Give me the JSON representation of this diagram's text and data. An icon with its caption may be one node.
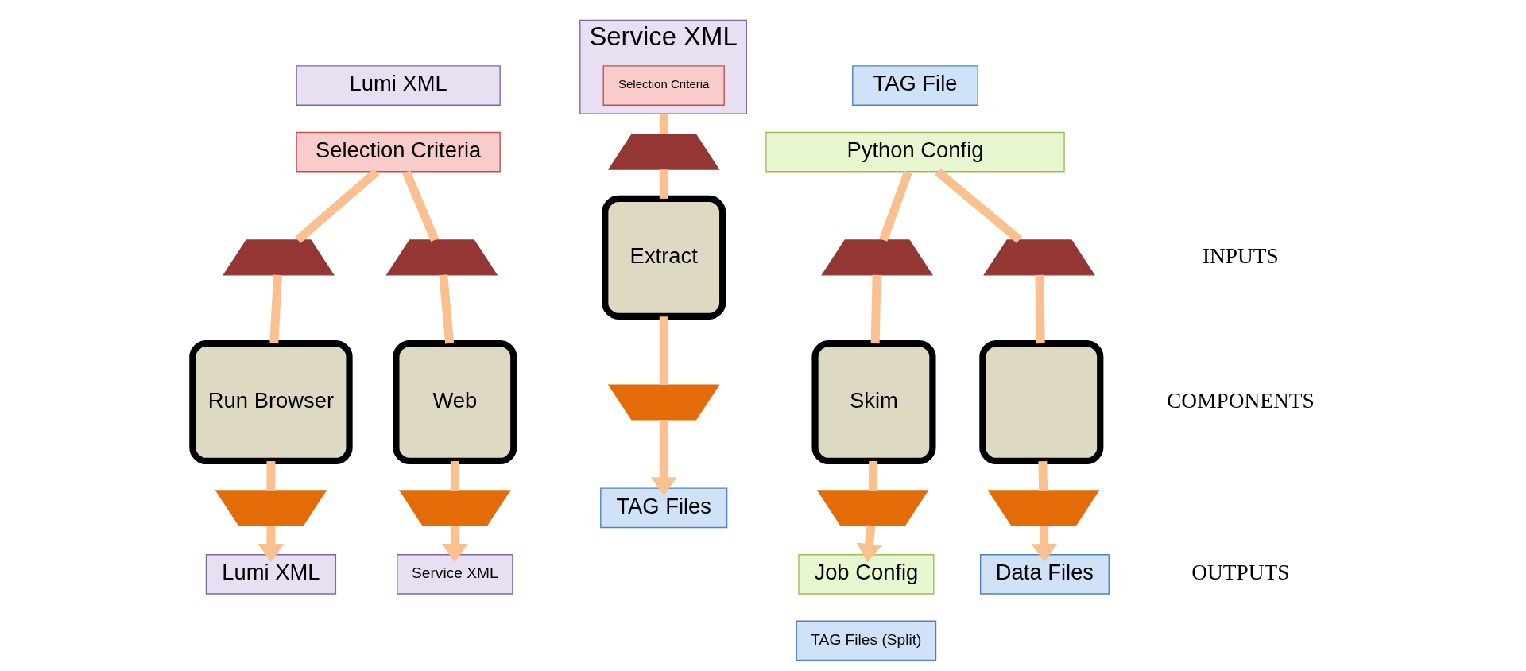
{
  "diagram": {
    "nodes": [
      {
        "text": [
          "Lumi XML"
        ]
      },
      {
        "text": [
          "Service XML"
        ]
      },
      {
        "text": [
          "Selection Criteria"
        ],
        "in": 1
      },
      {
        "text": [
          "TAG File"
        ]
      },
      {
        "text": [
          "Selection Criteria"
        ]
      },
      {
        "text": [
          "Python Config"
        ]
      },
      {
        "text": [],
        "shape": "trapezoid"
      },
      {
        "text": [],
        "shape": "trapezoid"
      },
      {
        "text": [],
        "shape": "trapezoid"
      },
      {
        "text": [],
        "shape": "trapezoid"
      },
      {
        "text": [],
        "shape": "trapezoid"
      },
      {
        "text": [
          "Run Browser"
        ]
      },
      {
        "text": [
          "Web"
        ]
      },
      {
        "text": [
          "Extract"
        ]
      },
      {
        "text": [
          "Skim"
        ]
      },
      {
        "text": [],
        "shape": "box"
      },
      {
        "text": [],
        "shape": "trapezoid"
      },
      {
        "text": [],
        "shape": "trapezoid"
      },
      {
        "text": [],
        "shape": "trapezoid"
      },
      {
        "text": [],
        "shape": "trapezoid"
      },
      {
        "text": [],
        "shape": "trapezoid"
      },
      {
        "text": [
          "Lumi XML"
        ]
      },
      {
        "text": [
          "Service XML"
        ]
      },
      {
        "text": [
          "TAG Files"
        ]
      },
      {
        "text": [
          "Job Config"
        ]
      },
      {
        "text": [
          "TAG Files (Split)"
        ]
      },
      {
        "text": [
          "Data Files"
        ]
      }
    ],
    "edges": [
      {
        "from": 4,
        "to": 6,
        "arrow": "none"
      },
      {
        "from": 4,
        "to": 7,
        "arrow": "none"
      },
      {
        "from": 1,
        "to": 8,
        "arrow": "none"
      },
      {
        "from": 5,
        "to": 9,
        "arrow": "none"
      },
      {
        "from": 5,
        "to": 10,
        "arrow": "none"
      },
      {
        "from": 6,
        "to": 11,
        "arrow": "none"
      },
      {
        "from": 7,
        "to": 12,
        "arrow": "none"
      },
      {
        "from": 8,
        "to": 13,
        "arrow": "none"
      },
      {
        "from": 9,
        "to": 14,
        "arrow": "none"
      },
      {
        "from": 10,
        "to": 15,
        "arrow": "none"
      },
      {
        "from": 11,
        "to": 16,
        "arrow": "none"
      },
      {
        "from": 12,
        "to": 17,
        "arrow": "none"
      },
      {
        "from": 13,
        "to": 18,
        "arrow": "none"
      },
      {
        "from": 14,
        "to": 19,
        "arrow": "none"
      },
      {
        "from": 15,
        "to": 20,
        "arrow": "none"
      },
      {
        "from": 16,
        "to": 21,
        "arrow": "to"
      },
      {
        "from": 17,
        "to": 22,
        "arrow": "to"
      },
      {
        "from": 18,
        "to": 23,
        "arrow": "to"
      },
      {
        "from": 19,
        "to": 24,
        "arrow": "to"
      },
      {
        "from": 20,
        "to": 26,
        "arrow": "to"
      }
    ],
    "labels": [
      "INPUTS",
      "COMPONENTS",
      "OUTPUTS"
    ]
  }
}
